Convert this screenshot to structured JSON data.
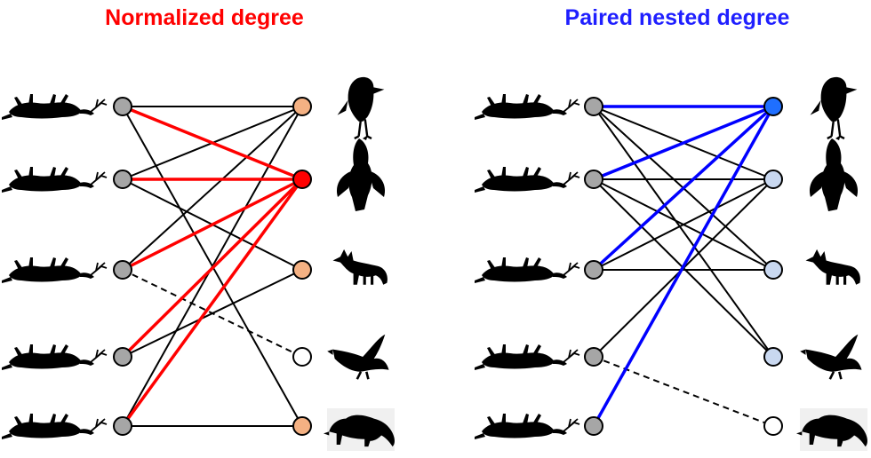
{
  "panels": [
    {
      "title": "Normalized degree",
      "title_color": "#ff0000",
      "edge_highlight_color": "#ff0000",
      "focal_node_color": "#ff0000",
      "neighbor_node_color": "#f4b183",
      "other_node_color": "#ffffff",
      "left_node_color": "#a6a6a6",
      "left_nodes": [
        "deer-carcass-1",
        "deer-carcass-2",
        "deer-carcass-3",
        "deer-carcass-4",
        "deer-carcass-5"
      ],
      "right_nodes": [
        "raven",
        "vulture",
        "fox",
        "eagle",
        "marten"
      ],
      "focal_right_node": 1,
      "right_node_states": [
        "neighbor",
        "focal",
        "neighbor",
        "other",
        "neighbor"
      ],
      "edges": [
        {
          "from": 0,
          "to": 0,
          "style": "plain"
        },
        {
          "from": 0,
          "to": 1,
          "style": "highlight"
        },
        {
          "from": 0,
          "to": 4,
          "style": "plain"
        },
        {
          "from": 1,
          "to": 1,
          "style": "highlight"
        },
        {
          "from": 1,
          "to": 2,
          "style": "plain"
        },
        {
          "from": 1,
          "to": 0,
          "style": "plain"
        },
        {
          "from": 2,
          "to": 0,
          "style": "plain"
        },
        {
          "from": 2,
          "to": 1,
          "style": "highlight"
        },
        {
          "from": 2,
          "to": 3,
          "style": "dashed"
        },
        {
          "from": 3,
          "to": 1,
          "style": "highlight"
        },
        {
          "from": 3,
          "to": 2,
          "style": "plain"
        },
        {
          "from": 4,
          "to": 1,
          "style": "highlight"
        },
        {
          "from": 4,
          "to": 0,
          "style": "plain"
        },
        {
          "from": 4,
          "to": 4,
          "style": "plain"
        }
      ]
    },
    {
      "title": "Paired nested degree",
      "title_color": "#1f1fff",
      "edge_highlight_color": "#0000ff",
      "focal_node_color": "#1f6fff",
      "neighbor_node_color": "#c9d8f0",
      "other_node_color": "#ffffff",
      "left_node_color": "#a6a6a6",
      "left_nodes": [
        "deer-carcass-1",
        "deer-carcass-2",
        "deer-carcass-3",
        "deer-carcass-4",
        "deer-carcass-5"
      ],
      "right_nodes": [
        "raven",
        "vulture",
        "fox",
        "eagle",
        "marten"
      ],
      "focal_right_node": 0,
      "right_node_states": [
        "focal",
        "neighbor",
        "neighbor",
        "neighbor",
        "other"
      ],
      "edges": [
        {
          "from": 0,
          "to": 0,
          "style": "highlight"
        },
        {
          "from": 0,
          "to": 1,
          "style": "plain"
        },
        {
          "from": 0,
          "to": 2,
          "style": "plain"
        },
        {
          "from": 0,
          "to": 3,
          "style": "plain"
        },
        {
          "from": 1,
          "to": 0,
          "style": "highlight"
        },
        {
          "from": 1,
          "to": 1,
          "style": "plain"
        },
        {
          "from": 1,
          "to": 2,
          "style": "plain"
        },
        {
          "from": 1,
          "to": 3,
          "style": "plain"
        },
        {
          "from": 2,
          "to": 0,
          "style": "highlight"
        },
        {
          "from": 2,
          "to": 1,
          "style": "plain"
        },
        {
          "from": 2,
          "to": 2,
          "style": "plain"
        },
        {
          "from": 3,
          "to": 1,
          "style": "plain"
        },
        {
          "from": 3,
          "to": 4,
          "style": "dashed"
        },
        {
          "from": 4,
          "to": 0,
          "style": "highlight"
        }
      ]
    }
  ]
}
